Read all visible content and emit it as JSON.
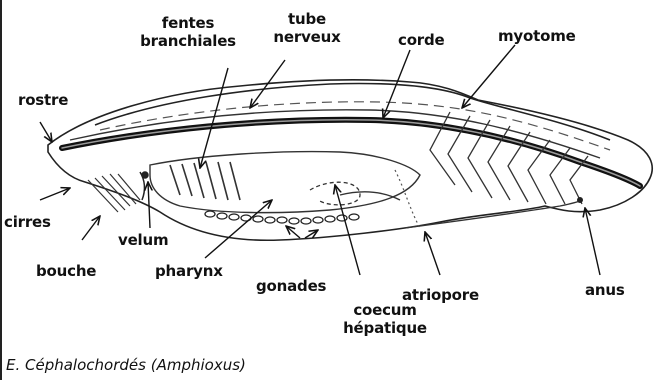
{
  "diagram": {
    "labels": {
      "fentes": [
        "fentes",
        "branchiales"
      ],
      "tube": [
        "tube",
        "nerveux"
      ],
      "corde": "corde",
      "myotome": "myotome",
      "rostre": "rostre",
      "cirres": "cirres",
      "velum": "velum",
      "bouche": "bouche",
      "pharynx": "pharynx",
      "gonades": "gonades",
      "coecum": [
        "coecum",
        "hépatique"
      ],
      "atriopore": "atriopore",
      "anus": "anus"
    },
    "caption": {
      "prefix": "E. Céphalochordés (",
      "taxon": "Amphioxus",
      "suffix": ")"
    }
  }
}
